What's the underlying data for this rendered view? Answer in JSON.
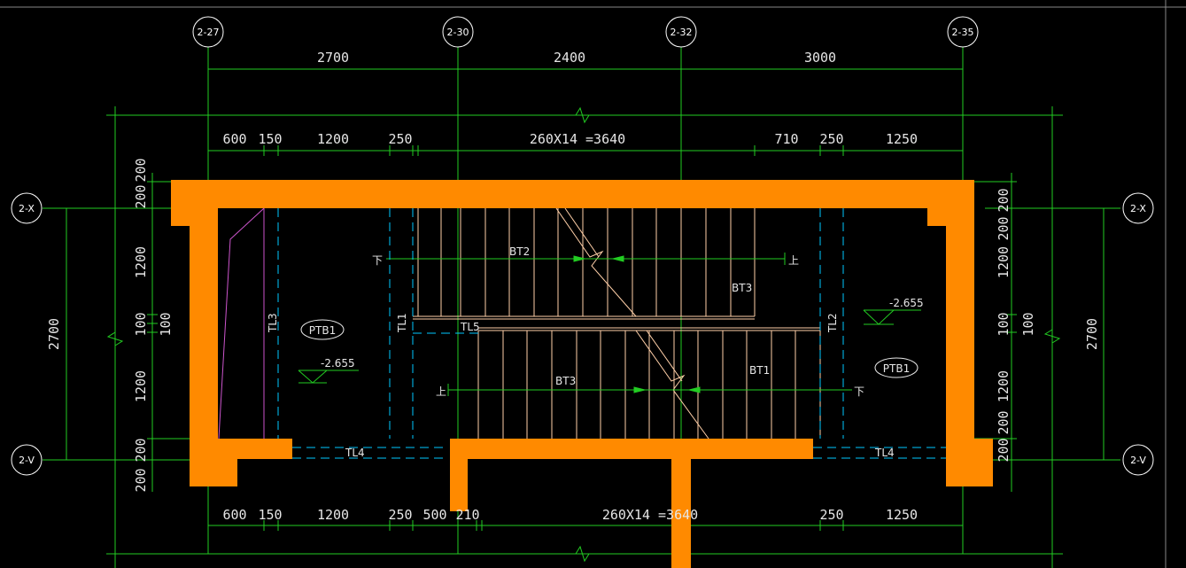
{
  "colors": {
    "background": "#000000",
    "wall": "#ff8a00",
    "dimension_line": "#22cc22",
    "stair_line": "#ffcfa8",
    "axis_line": "#00c8ff",
    "guard_line": "#cc55cc",
    "text": "#e6e6e6"
  },
  "grid": {
    "top": [
      "2-27",
      "2-30",
      "2-32",
      "2-35"
    ],
    "left_top": "2-X",
    "left_bottom": "2-V",
    "right_top": "2-X",
    "right_bottom": "2-V"
  },
  "dims": {
    "top_overall": [
      "2700",
      "2400",
      "3000"
    ],
    "top_detail": [
      "600",
      "150",
      "1200",
      "250",
      "260X14 =3640",
      "710",
      "250",
      "1250"
    ],
    "bottom_detail": [
      "600",
      "150",
      "1200",
      "250",
      "500",
      "210",
      "260X14 =3640",
      "250",
      "1250"
    ],
    "left_vertical": [
      "200",
      "200",
      "1200",
      "100",
      "100",
      "1200",
      "200",
      "200"
    ],
    "left_total": "2700",
    "right_vertical": [
      "200",
      "200",
      "1200",
      "100",
      "100",
      "1200",
      "200",
      "200"
    ],
    "right_total": "2700"
  },
  "labels": {
    "tl1": "TL1",
    "tl2": "TL2",
    "tl3": "TL3",
    "tl4_left": "TL4",
    "tl4_right": "TL4",
    "tl5": "TL5",
    "bt2": "BT2",
    "bt3_top": "BT3",
    "bt3_bottom": "BT3",
    "bt1": "BT1",
    "ptb1_left": "PTB1",
    "ptb1_right": "PTB1",
    "elev_left": "-2.655",
    "elev_right": "-2.655",
    "up_top": "上",
    "down_top": "下",
    "up_bottom": "上",
    "down_bottom": "下"
  }
}
